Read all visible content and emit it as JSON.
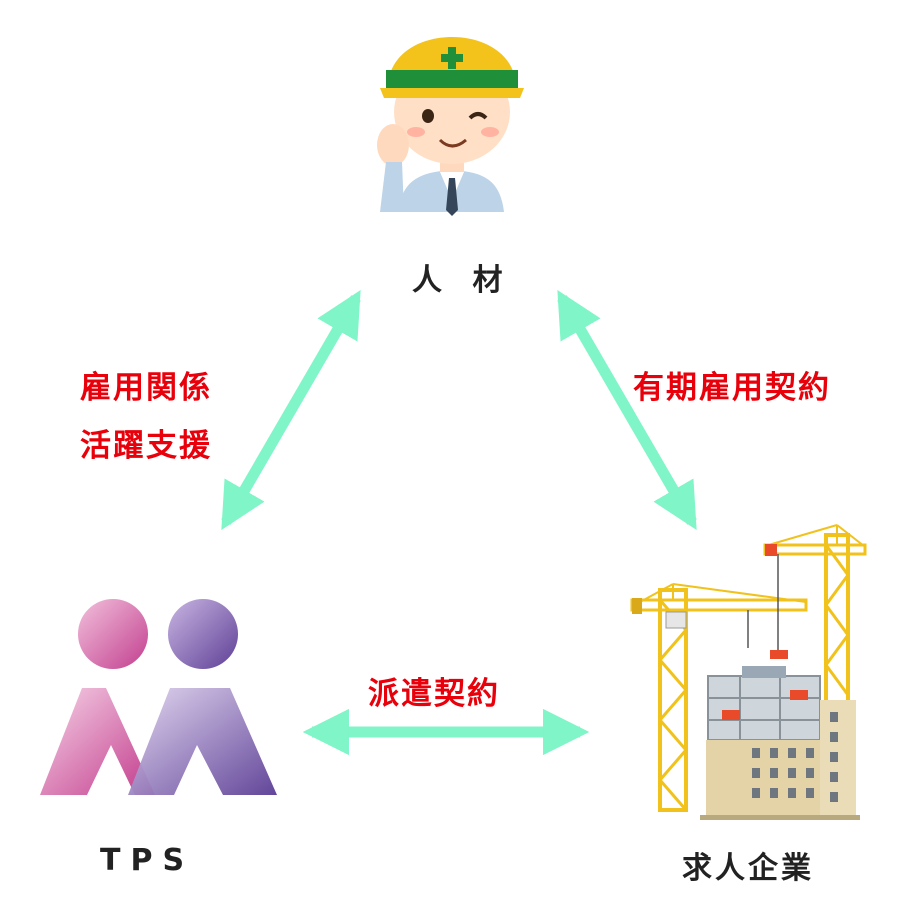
{
  "nodes": {
    "worker": {
      "label": "人 材"
    },
    "tps": {
      "label": "TPS"
    },
    "company": {
      "label": "求人企業"
    }
  },
  "relations": {
    "worker_tps": {
      "line1": "雇用関係",
      "line2": "活躍支援"
    },
    "worker_company": {
      "label": "有期雇用契約"
    },
    "tps_company": {
      "label": "派遣契約"
    }
  },
  "colors": {
    "arrow": "#7ff5c8",
    "relation_text": "#e8000b",
    "node_text": "#222222",
    "logo_pink": "#c94f9b",
    "logo_purple": "#6a4a9c",
    "crane": "#f1c21b",
    "building": "#e3d3a7"
  },
  "icons": {
    "worker": "construction-worker-icon",
    "tps": "tps-logo",
    "company": "construction-site-icon"
  }
}
